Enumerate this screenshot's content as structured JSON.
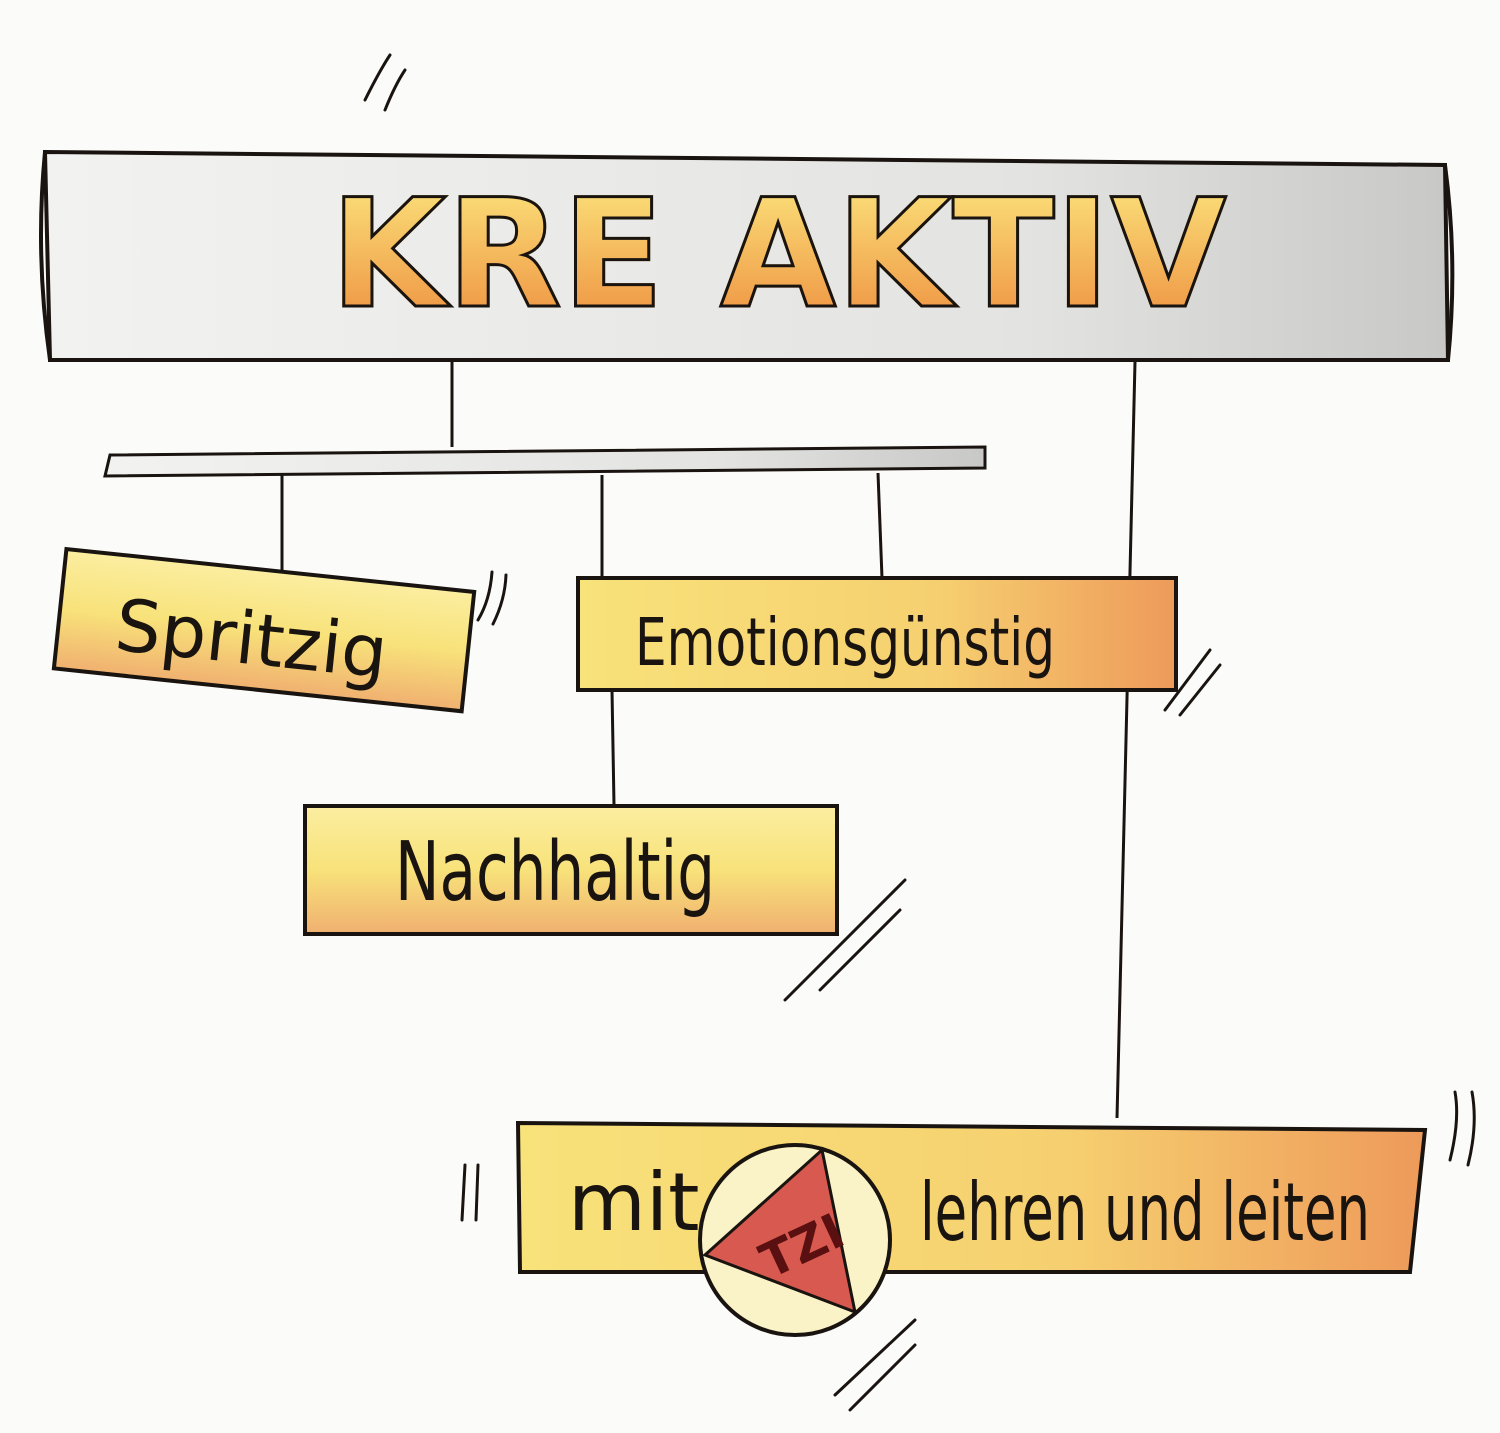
{
  "title": "KREAKTIV",
  "title_parts": [
    "KRE",
    "AKTIV"
  ],
  "planks": {
    "spritzig": "Spritzig",
    "emotions": "Emotionsgünstig",
    "nachhaltig": "Nachhaltig",
    "bottom_left": "mit",
    "bottom_right": "lehren und leiten"
  },
  "logo": "TZI",
  "colors": {
    "plank_yellow": "#f8e27a",
    "plank_orange": "#f0a860",
    "title_yellow": "#f7c04a",
    "ink": "#1a1410",
    "logo_red": "#d8594f",
    "bar_gray": "#d6d6d4"
  }
}
